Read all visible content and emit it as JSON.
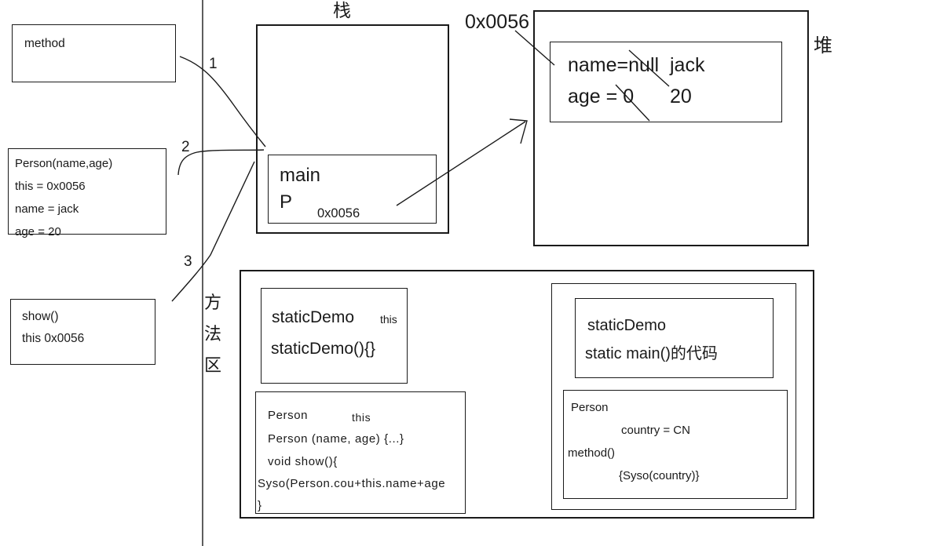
{
  "labels": {
    "stack": "栈",
    "heap": "堆",
    "method_area_chars": [
      "方",
      "法",
      "区"
    ],
    "heap_address": "0x0056",
    "step_1": "1",
    "step_2": "2",
    "step_3": "3"
  },
  "colors": {
    "ink": "#1a1a1a",
    "background": "#ffffff"
  },
  "left_column": {
    "method_box": {
      "title": "method"
    },
    "person_frame_box": {
      "lines": [
        "Person(name,age)",
        "this = 0x0056",
        "name = jack",
        "age = 20"
      ]
    },
    "show_frame_box": {
      "lines": [
        "show()",
        "this 0x0056"
      ]
    }
  },
  "stack": {
    "main_frame": {
      "name": "main",
      "variable": "P",
      "address": "0x0056"
    }
  },
  "heap": {
    "person_object": {
      "name_field": "name=null",
      "name_new_value": "jack",
      "age_field": "age = 0",
      "age_new_value": "20"
    }
  },
  "method_area": {
    "static_demo_class": {
      "title": "staticDemo",
      "this_ref": "this",
      "constructor": "staticDemo(){}"
    },
    "person_class_code": {
      "title": "Person",
      "this_ref": "this",
      "constructor": "Person (name, age) {...}",
      "method_decl": "void show(){",
      "method_body": "Syso(Person.cou+this.name+age",
      "closing_brace": "}"
    },
    "loaded_group": {
      "static_demo_main": {
        "title": "staticDemo",
        "body": "static main()的代码"
      },
      "person_class": {
        "title": "Person",
        "field": "country = CN",
        "method": "method()",
        "method_body": "{Syso(country)}"
      }
    }
  }
}
